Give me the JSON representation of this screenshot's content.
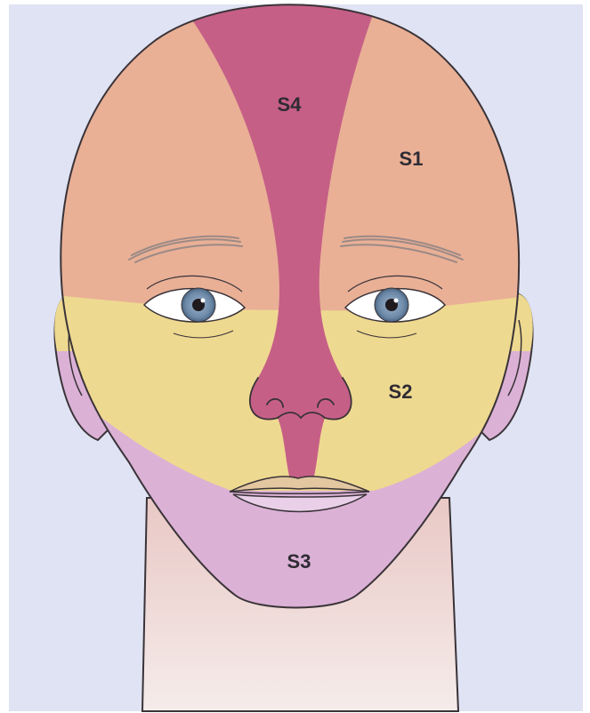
{
  "labels": {
    "s1": "S1",
    "s2": "S2",
    "s3": "S3",
    "s4": "S4"
  },
  "colors": {
    "background": "#dfe3f3",
    "outline": "#3a3338",
    "s1_zone": "#e9b096",
    "s2_zone": "#eed990",
    "s3_zone": "#dbb1d6",
    "s4_zone": "#c65f86",
    "neck_skin": "#f2ddd5",
    "iris": "#6d89a8"
  }
}
